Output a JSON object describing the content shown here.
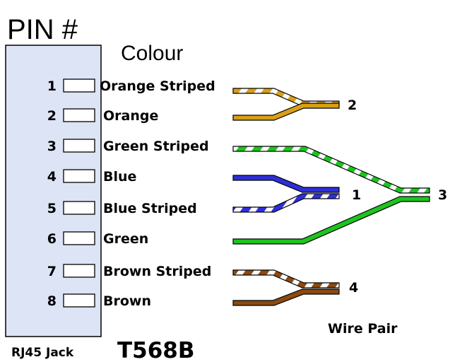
{
  "header": {
    "pin_label": "PIN #",
    "colour_label": "Colour"
  },
  "jack": {
    "label": "RJ45 Jack",
    "fill": "#dde4f6"
  },
  "standard": "T568B",
  "wire_pair_label": "Wire Pair",
  "pins": [
    {
      "number": "1",
      "colour_name": "Orange Striped"
    },
    {
      "number": "2",
      "colour_name": "Orange"
    },
    {
      "number": "3",
      "colour_name": "Green Striped"
    },
    {
      "number": "4",
      "colour_name": "Blue"
    },
    {
      "number": "5",
      "colour_name": "Blue Striped"
    },
    {
      "number": "6",
      "colour_name": "Green"
    },
    {
      "number": "7",
      "colour_name": "Brown Striped"
    },
    {
      "number": "8",
      "colour_name": "Brown"
    }
  ],
  "pairs": [
    {
      "number": "2",
      "color": "#d8a016"
    },
    {
      "number": "1",
      "color": "#2f2fd8"
    },
    {
      "number": "3",
      "color": "#1ec41e"
    },
    {
      "number": "4",
      "color": "#8a4a12"
    }
  ]
}
